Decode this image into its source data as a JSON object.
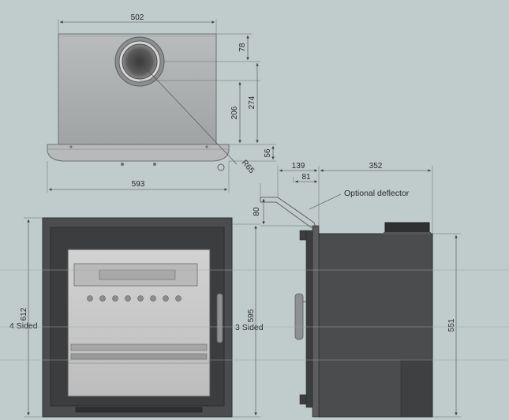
{
  "dimensions": {
    "top_width": "502",
    "flue_offset": "78",
    "flue_to_front": "274",
    "flue_center_depth": "206",
    "base_height": "56",
    "radius": "R65",
    "total_width": "593",
    "height_4_sided": "612",
    "height_3_sided": "595",
    "deflector_depth": "139",
    "deflector_offset": "81",
    "body_depth": "352",
    "deflector_height": "80",
    "side_height": "551"
  },
  "labels": {
    "four_sided": "4 Sided",
    "three_sided": "3 Sided",
    "optional_deflector": "Optional deflector"
  },
  "colors": {
    "background": "#bfcccb",
    "body_dark": "#4a4c4d",
    "plate_grey": "#a8abac",
    "glass": "#c8c8c8"
  }
}
